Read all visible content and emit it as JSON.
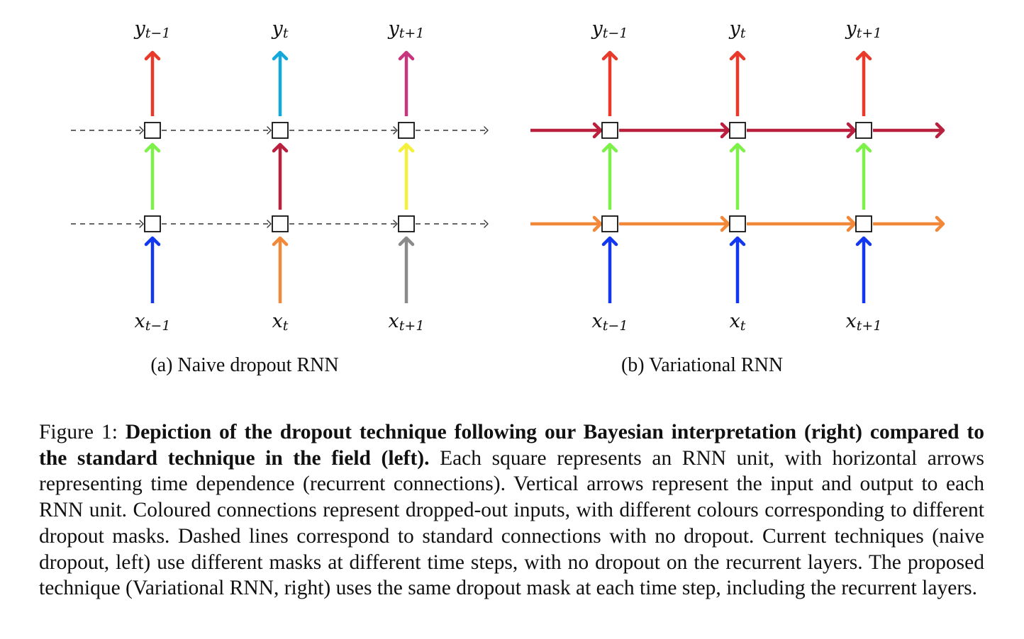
{
  "panel_a": {
    "caption": "(a) Naive dropout RNN",
    "outputs": [
      {
        "var": "y",
        "sub": "t−1",
        "color": "#e8392b"
      },
      {
        "var": "y",
        "sub": "t",
        "color": "#13a8dc"
      },
      {
        "var": "y",
        "sub": "t+1",
        "color": "#c8357f"
      }
    ],
    "middle_colors": [
      "#7ef04a",
      "#b9203e",
      "#f5f03a"
    ],
    "inputs": [
      {
        "var": "x",
        "sub": "t−1",
        "color": "#1237f0"
      },
      {
        "var": "x",
        "sub": "t",
        "color": "#f2893a"
      },
      {
        "var": "x",
        "sub": "t+1",
        "color": "#8a8a8a"
      }
    ],
    "recurrent_style": "dashed"
  },
  "panel_b": {
    "caption": "(b) Variational RNN",
    "outputs": [
      {
        "var": "y",
        "sub": "t−1",
        "color": "#e8392b"
      },
      {
        "var": "y",
        "sub": "t",
        "color": "#e8392b"
      },
      {
        "var": "y",
        "sub": "t+1",
        "color": "#e8392b"
      }
    ],
    "middle_colors": [
      "#7ef04a",
      "#7ef04a",
      "#7ef04a"
    ],
    "inputs": [
      {
        "var": "x",
        "sub": "t−1",
        "color": "#1237f0"
      },
      {
        "var": "x",
        "sub": "t",
        "color": "#1237f0"
      },
      {
        "var": "x",
        "sub": "t+1",
        "color": "#1237f0"
      }
    ],
    "recurrent_top_color": "#b9203e",
    "recurrent_bottom_color": "#f2893a"
  },
  "caption": {
    "label": "Figure 1: ",
    "bold": "Depiction of the dropout technique following our Bayesian interpretation (right) compared to the standard technique in the field (left).",
    "text": " Each square represents an RNN unit, with horizontal arrows representing time dependence (recurrent connections). Vertical arrows represent the input and output to each RNN unit. Coloured connections represent dropped-out inputs, with different colours corresponding to different dropout masks. Dashed lines correspond to standard connections with no dropout. Current techniques (naive dropout, left) use different masks at different time steps, with no dropout on the recurrent layers. The proposed technique (Variational RNN, right) uses the same dropout mask at each time step, including the recurrent layers."
  }
}
